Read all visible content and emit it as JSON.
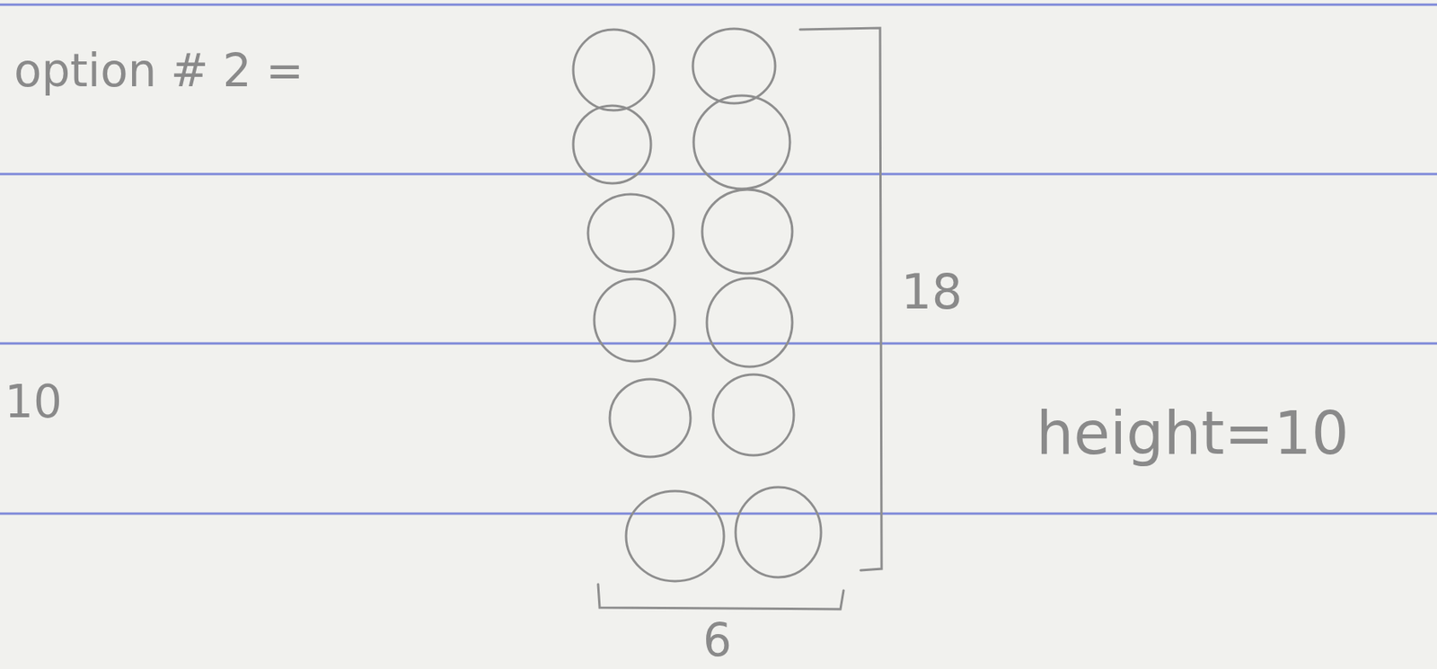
{
  "diagram": {
    "labels": [
      "option # 2 =",
      "18",
      "10",
      "height=10",
      "6"
    ]
  }
}
